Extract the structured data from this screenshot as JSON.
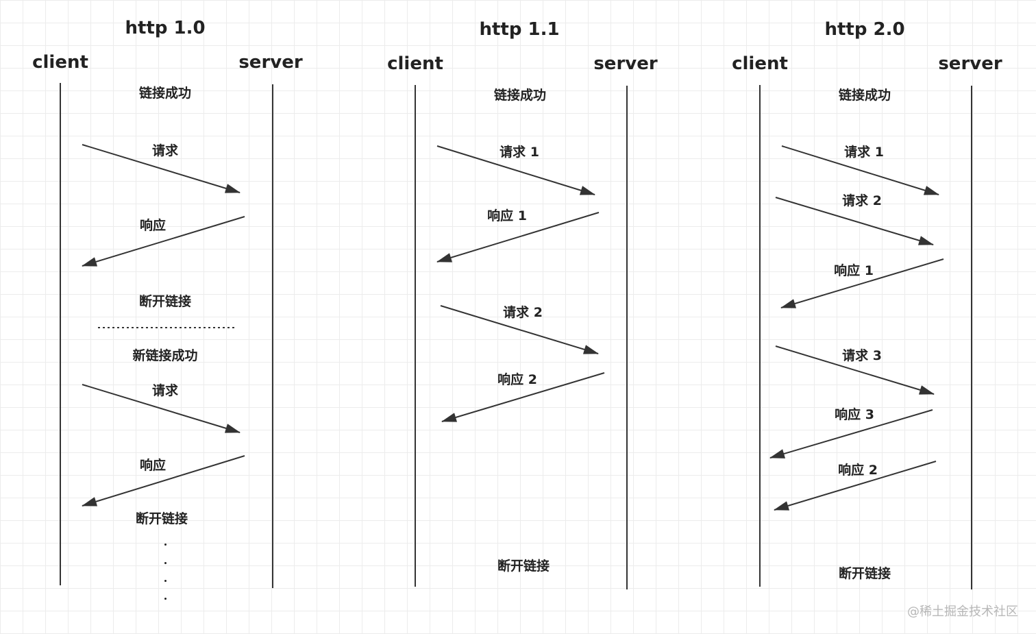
{
  "panels": [
    {
      "title": "http 1.0",
      "client": "client",
      "server": "server",
      "labels": [
        "链接成功",
        "请求",
        "响应",
        "断开链接",
        "新链接成功",
        "请求",
        "响应",
        "断开链接"
      ]
    },
    {
      "title": "http 1.1",
      "client": "client",
      "server": "server",
      "labels": [
        "链接成功",
        "请求 1",
        "响应 1",
        "请求 2",
        "响应 2",
        "断开链接"
      ]
    },
    {
      "title": "http 2.0",
      "client": "client",
      "server": "server",
      "labels": [
        "链接成功",
        "请求 1",
        "请求 2",
        "响应 1",
        "请求 3",
        "响应 3",
        "响应 2",
        "断开链接"
      ]
    }
  ],
  "watermark": "@稀土掘金技术社区",
  "colors": {
    "line": "#333333",
    "grid": "#ececec",
    "watermark": "#b7b7b7"
  }
}
